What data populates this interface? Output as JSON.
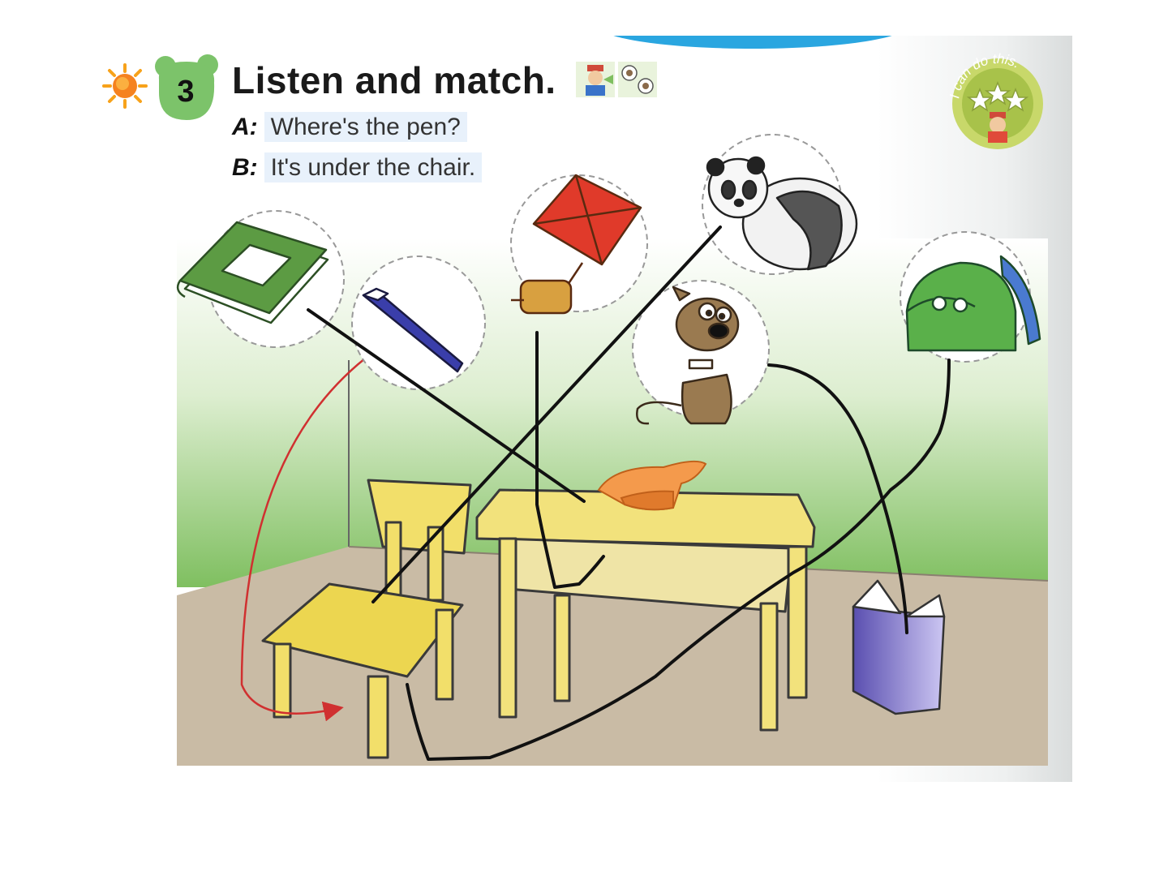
{
  "exercise": {
    "number": "3",
    "title": "Listen and match.",
    "dialogue": [
      {
        "speaker": "A:",
        "line": "Where's the pen?"
      },
      {
        "speaker": "B:",
        "line": "It's under the chair."
      }
    ],
    "badge_text": "I can do this."
  },
  "pictures": [
    {
      "name": "book-icon",
      "object": "book"
    },
    {
      "name": "pen-icon",
      "object": "pen"
    },
    {
      "name": "kite-icon",
      "object": "kite"
    },
    {
      "name": "panda-icon",
      "object": "panda"
    },
    {
      "name": "dog-icon",
      "object": "dog"
    },
    {
      "name": "bag-icon",
      "object": "bag"
    }
  ],
  "colors": {
    "accent_blue": "#2aa6e0",
    "badge_green": "#7cc36a",
    "furniture_yellow": "#f2e27c",
    "wall_green": "#7fbf60",
    "floor": "#c9bba5",
    "box_purple": "#7a6fd0",
    "arrow_red": "#d03030",
    "ink": "#111111"
  }
}
